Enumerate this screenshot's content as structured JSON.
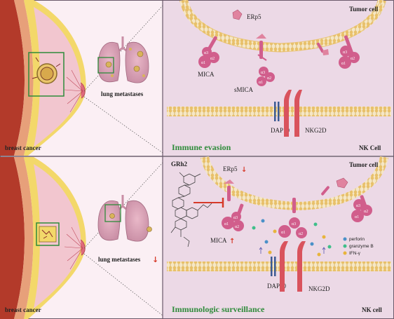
{
  "colors": {
    "panel_left_bg": "#fbeff4",
    "panel_right_bg": "#ecd9e6",
    "frame": "#6b5a6b",
    "membrane": "#e6c27a",
    "protein": "#d15e8c",
    "receptor": "#d9535d",
    "dap10": "#3b5a93",
    "green_box": "#2e8b3a",
    "inhibit": "#d63a2a",
    "perforin": "#4a90c8",
    "granzyme": "#3fbf8a",
    "ifn": "#e8b43c"
  },
  "top": {
    "left": {
      "organ_label": "breast cancer",
      "lung_label": "lung metastases"
    },
    "right": {
      "tumor_cell": "Tumor cell",
      "erp5": "ERp5",
      "mica": "MICA",
      "smica": "sMICA",
      "dap10": "DAP10",
      "nkg2d": "NKG2D",
      "nk_cell": "NK Cell",
      "title": "Immune evasion",
      "domains": [
        "α1",
        "α2",
        "α3"
      ]
    }
  },
  "bottom": {
    "left": {
      "organ_label": "breast cancer",
      "lung_label": "lung metastases",
      "lung_arrow": "↓"
    },
    "right": {
      "compound": "GRh2",
      "tumor_cell": "Tumor cell",
      "erp5": "ERp5",
      "erp5_arrow": "↓",
      "mica": "MICA",
      "mica_arrow": "↑",
      "dap10": "DAP10",
      "nkg2d": "NKG2D",
      "nk_cell": "NK cell",
      "title": "Immunologic surveillance",
      "legend": [
        "perforin",
        "granzyme B",
        "IFN-γ"
      ],
      "domains": [
        "α1",
        "α2",
        "α3"
      ]
    }
  }
}
